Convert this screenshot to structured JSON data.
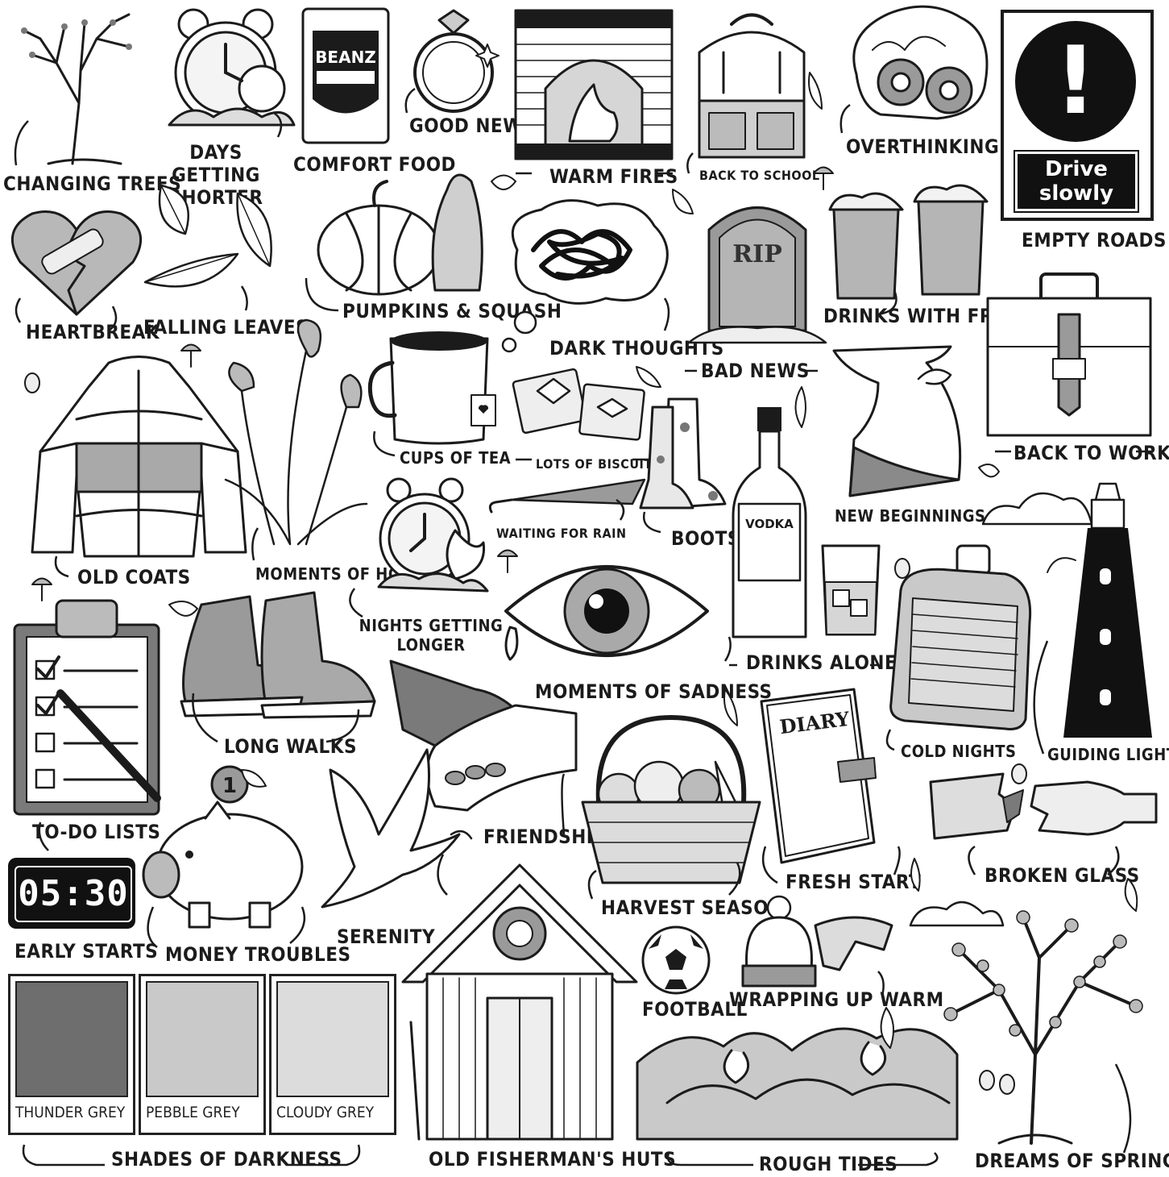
{
  "labels": {
    "changing_trees": "CHANGING TREES",
    "days_getting_shorter": "DAYS GETTING SHORTER",
    "comfort_food": "COMFORT FOOD",
    "good_news": "GOOD NEWS",
    "warm_fires": "WARM FIRES",
    "back_to_school": "BACK TO SCHOOL",
    "overthinking": "OVERTHINKING",
    "empty_roads": "EMPTY ROADS",
    "heartbreak": "HEARTBREAK",
    "falling_leaves": "FALLING LEAVES",
    "pumpkins_squash": "PUMPKINS & SQUASH",
    "dark_thoughts": "DARK THOUGHTS",
    "bad_news": "BAD NEWS",
    "drinks_with_friends": "DRINKS WITH FRIENDS",
    "old_coats": "OLD COATS",
    "moments_of_hope": "MOMENTS OF HOPE",
    "cups_of_tea": "CUPS OF TEA",
    "lots_of_biscuits": "LOTS OF BISCUITS",
    "boots": "BOOTS",
    "new_beginnings": "NEW BEGINNINGS",
    "back_to_work": "BACK TO WORK",
    "waiting_for_rain": "WAITING FOR RAIN",
    "nights_getting_longer": "NIGHTS GETTING LONGER",
    "moments_of_sadness": "MOMENTS OF SADNESS",
    "drinks_alone": "DRINKS ALONE",
    "cold_nights": "COLD NIGHTS",
    "guiding_lights": "GUIDING LIGHTS",
    "to_do_lists": "TO-DO LISTS",
    "long_walks": "LONG WALKS",
    "friendship": "FRIENDSHIP",
    "harvest_season": "HARVEST SEASON",
    "fresh_start": "FRESH START",
    "broken_glass": "BROKEN GLASS",
    "early_starts": "EARLY STARTS",
    "money_troubles": "MONEY TROUBLES",
    "serenity": "SERENITY",
    "football": "FOOTBALL",
    "wrapping_up_warm": "WRAPPING UP WARM",
    "shades_of_darkness": "SHADES OF DARKNESS",
    "old_fishermans_huts": "OLD FISHERMAN'S HUTS",
    "rough_tides": "ROUGH TIDES",
    "dreams_of_spring": "DREAMS OF SPRING"
  },
  "illustration_text": {
    "can_brand": "BEANZ",
    "gravestone": "RIP",
    "sign_symbol": "!",
    "sign_line1": "Drive",
    "sign_line2": "slowly",
    "bottle_label": "VODKA",
    "diary_cover": "DIARY",
    "clock_display": "05:30",
    "coin_value": "1"
  },
  "swatches": [
    {
      "name": "THUNDER GREY",
      "color": "#6e6e6e"
    },
    {
      "name": "PEBBLE GREY",
      "color": "#c9c9c9"
    },
    {
      "name": "CLOUDY GREY",
      "color": "#dcdcdc"
    }
  ],
  "colors": {
    "ink": "#1b1b1b",
    "mid_grey": "#9a9a9a",
    "light_grey": "#cfcfcf",
    "paper": "#ffffff"
  }
}
